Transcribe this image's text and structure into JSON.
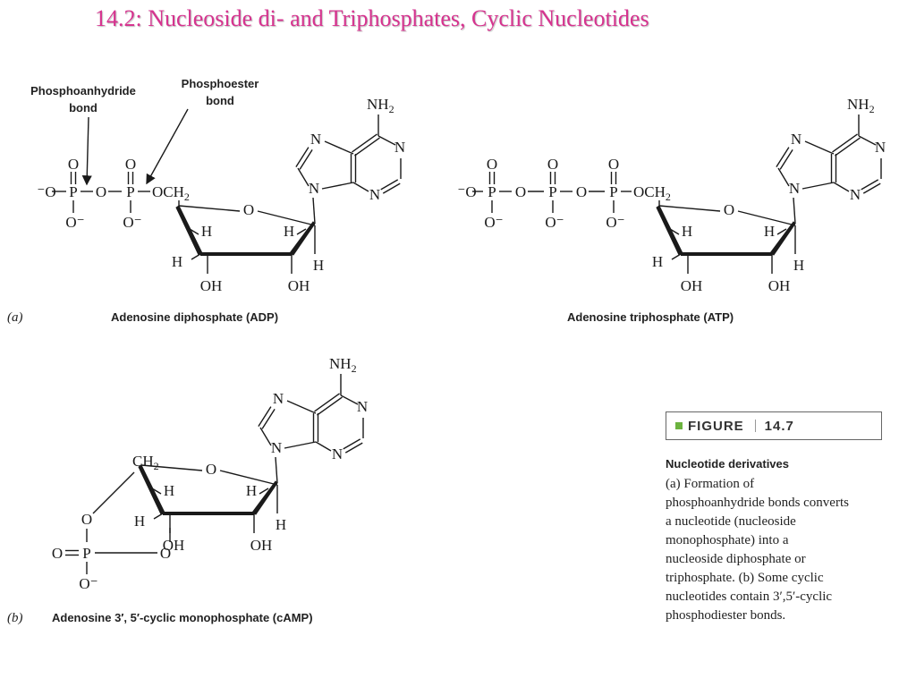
{
  "title": "14.2:  Nucleoside di- and Triphosphates, Cyclic Nucleotides",
  "labels": {
    "phosphoanhydride": [
      "Phosphoanhydride",
      "bond"
    ],
    "phosphoester": [
      "Phosphoester",
      "bond"
    ]
  },
  "structures": {
    "adp": {
      "letter": "(a)",
      "name": "Adenosine diphosphate (ADP)"
    },
    "atp": {
      "name": "Adenosine triphosphate (ATP)"
    },
    "camp": {
      "letter": "(b)",
      "name": "Adenosine 3′, 5′-cyclic monophosphate (cAMP)"
    }
  },
  "atoms": {
    "O": "O",
    "O_minus": "O⁻",
    "minus_O": "⁻O",
    "P": "P",
    "N": "N",
    "H": "H",
    "OH": "OH",
    "OCH": "OCH",
    "CH": "CH",
    "NH": "NH",
    "sub2": "2"
  },
  "figure": {
    "label": "FIGURE",
    "number": "14.7",
    "caption_title": "Nucleotide derivatives",
    "caption": "(a) Formation of\nphosphoanhydride bonds converts\na nucleotide (nucleoside\nmonophosphate) into a\nnucleoside diphosphate or\ntriphosphate. (b) Some cyclic\nnucleotides contain 3′,5′-cyclic\nphosphodiester bonds."
  },
  "colors": {
    "title": "#d6338f",
    "accent_square": "#6cb33f"
  }
}
